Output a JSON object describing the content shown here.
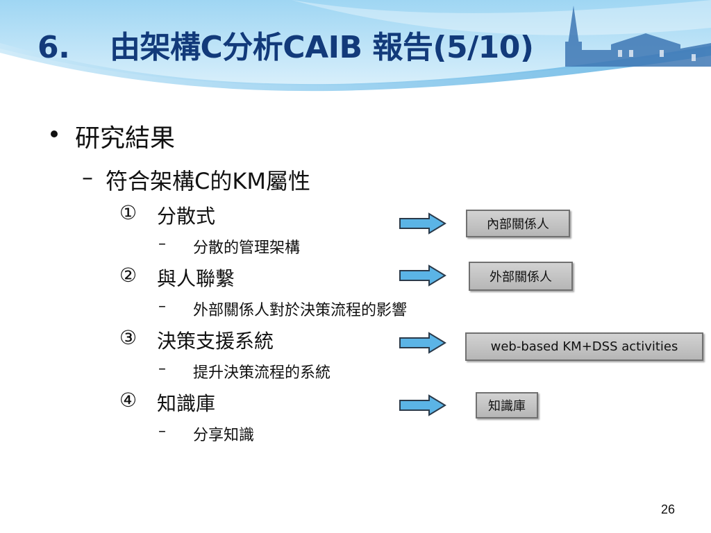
{
  "slide": {
    "title_num": "6.",
    "title_text": "由架構C分析CAIB 報告(5/10)",
    "bullet": "研究結果",
    "sub": {
      "dash": "–",
      "text": "符合架構C的KM屬性"
    },
    "items": [
      {
        "marker": "①",
        "label": "分散式",
        "dash": "–",
        "detail": "分散的管理架構",
        "tag": "內部關係人"
      },
      {
        "marker": "②",
        "label": "與人聯繫",
        "dash": "–",
        "detail": "外部關係人對於決策流程的影響",
        "tag": "外部關係人"
      },
      {
        "marker": "③",
        "label": "決策支援系統",
        "dash": "–",
        "detail": "提升決策流程的系統",
        "tag": "web-based KM+DSS activities"
      },
      {
        "marker": "④",
        "label": "知識庫",
        "dash": "–",
        "detail": "分享知識",
        "tag": "知識庫"
      }
    ],
    "page_number": "26"
  },
  "colors": {
    "title": "#123a7a",
    "arrow_fill": "#5bb4e6",
    "tag_bg": "#c4c4c4"
  }
}
